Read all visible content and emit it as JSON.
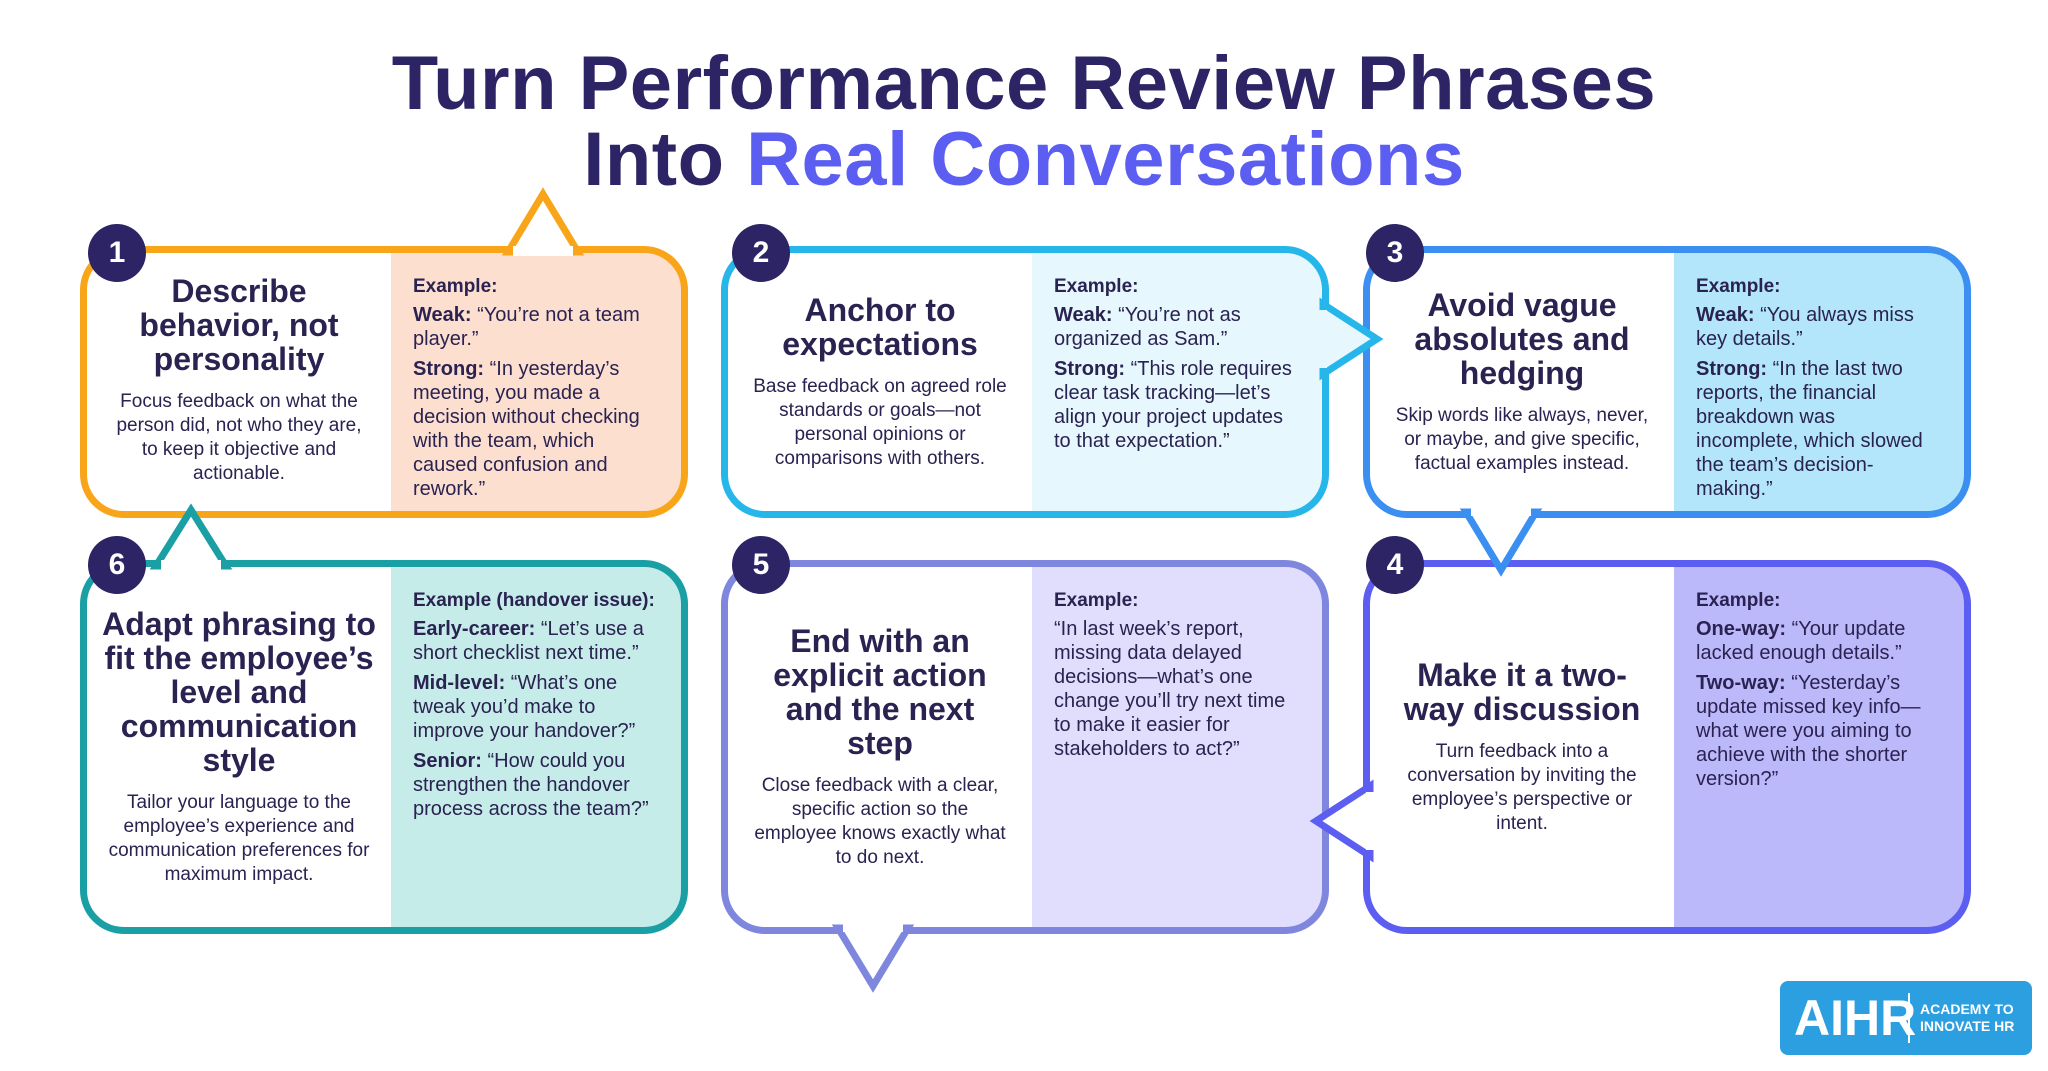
{
  "title": {
    "line1": "Turn Performance Review Phrases",
    "line2_plain": "Into ",
    "line2_accent": "Real Conversations"
  },
  "colors": {
    "title": "#2d2466",
    "accent": "#5b5ef1",
    "card1": "#f9a51a",
    "card2": "#27b6ea",
    "card3": "#3a8ff0",
    "card4": "#5b5ef1",
    "card5": "#7e86de",
    "card6": "#1a9fa5"
  },
  "cards": [
    {
      "number": "1",
      "heading": "Describe behavior, not personality",
      "description": "Focus feedback on what the person did, not who they are, to keep it objective and actionable.",
      "example_label": "Example:",
      "examples": [
        {
          "label": "Weak:",
          "text": " “You’re not a team player.”"
        },
        {
          "label": "Strong:",
          "text": " “In yesterday’s meeting, you made a decision without checking with the team, which caused confusion and rework.”"
        }
      ]
    },
    {
      "number": "2",
      "heading": "Anchor to expectations",
      "description": "Base feedback on agreed role standards or goals—not personal opinions or comparisons with others.",
      "example_label": "Example:",
      "examples": [
        {
          "label": "Weak:",
          "text": " “You’re not as organized as Sam.”"
        },
        {
          "label": "Strong:",
          "text": " “This role requires clear task tracking—let’s align your project updates to that expectation.”"
        }
      ]
    },
    {
      "number": "3",
      "heading": "Avoid vague absolutes and hedging",
      "description": "Skip words like always, never, or maybe, and give specific, factual examples instead.",
      "example_label": "Example:",
      "examples": [
        {
          "label": "Weak:",
          "text": " “You always miss key details.”"
        },
        {
          "label": "Strong:",
          "text": " “In the last two reports, the financial breakdown was incomplete, which slowed the team’s decision-making.”"
        }
      ]
    },
    {
      "number": "4",
      "heading": "Make it a two-way discussion",
      "description": "Turn feedback into a conversation by inviting the employee’s perspective or intent.",
      "example_label": "Example:",
      "examples": [
        {
          "label": "One-way:",
          "text": " “Your update lacked enough details.”"
        },
        {
          "label": "Two-way:",
          "text": " “Yesterday’s update missed key info—what were you aiming to achieve with the shorter version?”"
        }
      ]
    },
    {
      "number": "5",
      "heading": "End with an explicit action and the next step",
      "description": "Close feedback with a clear, specific action so the employee knows exactly what to do next.",
      "example_label": "Example:",
      "examples": [
        {
          "label": "",
          "text": "“In last week’s report, missing data delayed decisions—what’s one change you’ll try next time to make it easier for stakeholders to act?”"
        }
      ]
    },
    {
      "number": "6",
      "heading": "Adapt phrasing to fit the employee’s level and communication style",
      "description": "Tailor your language to the employee’s experience and communication preferences for maximum impact.",
      "example_label": "Example (handover issue):",
      "examples": [
        {
          "label": "Early-career:",
          "text": " “Let’s use a short checklist next time.”"
        },
        {
          "label": "Mid-level:",
          "text": " “What’s one tweak you’d make to improve your handover?”"
        },
        {
          "label": "Senior:",
          "text": " “How could you strengthen the handover process across the team?”"
        }
      ]
    }
  ],
  "logo": {
    "mark": "AIHR",
    "tagline_line1": "ACADEMY TO",
    "tagline_line2": "INNOVATE HR"
  }
}
